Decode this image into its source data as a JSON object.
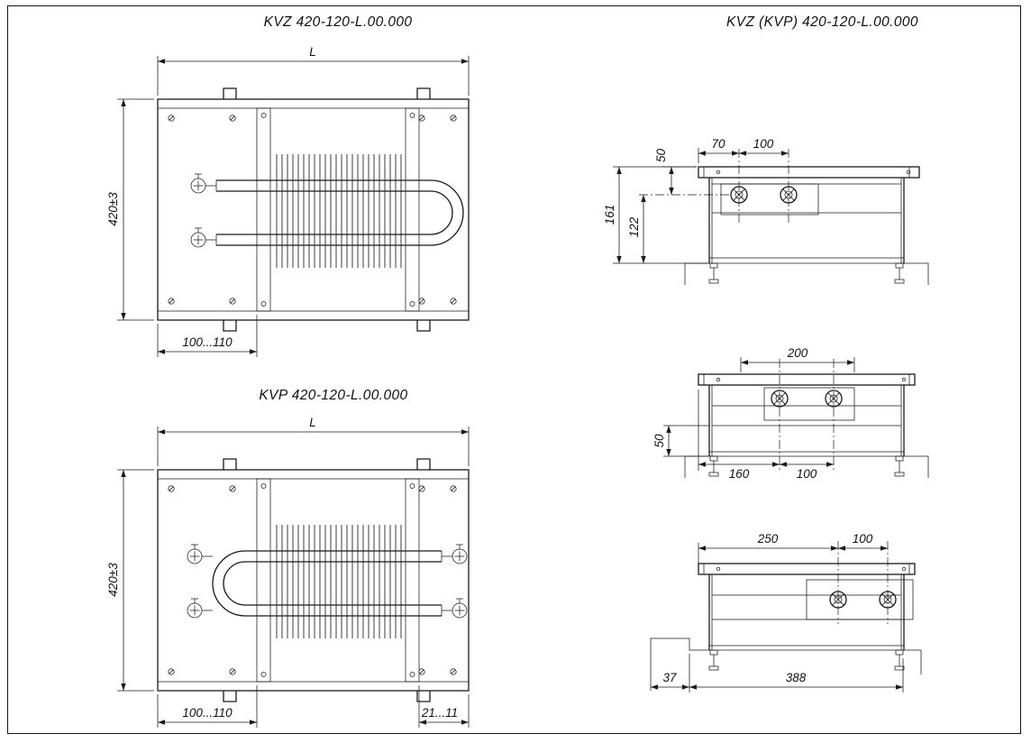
{
  "sheet": {
    "bg_color": "#ffffff",
    "frame_color": "#161616",
    "line_color": "#1a1a1a"
  },
  "titles": {
    "kvz_plan": "KVZ 420-120-L.00.000",
    "kvp_plan": "KVP 420-120-L.00.000",
    "side_views": "KVZ (KVP) 420-120-L.00.000"
  },
  "kvz_plan": {
    "dim_length": "L",
    "dim_height": "420±3",
    "dim_inlet_offset": "100...110"
  },
  "kvp_plan": {
    "dim_length": "L",
    "dim_height": "420±3",
    "dim_inlet_offset": "100...110",
    "dim_end_offset": "21...11"
  },
  "side_view_top": {
    "dim_top_to_pipe": "50",
    "dim_edge_to_pipe": "70",
    "dim_pipe_spacing": "100",
    "dim_overall_height": "161",
    "dim_pipe_to_bottom": "122"
  },
  "side_view_middle": {
    "dim_top_span": "200",
    "dim_trench_depth": "50",
    "dim_edge_to_pipe": "160",
    "dim_pipe_spacing": "100"
  },
  "side_view_bottom": {
    "dim_edge_to_pipe": "250",
    "dim_pipe_spacing": "100",
    "dim_wall_gap": "37",
    "dim_overall_width": "388"
  }
}
